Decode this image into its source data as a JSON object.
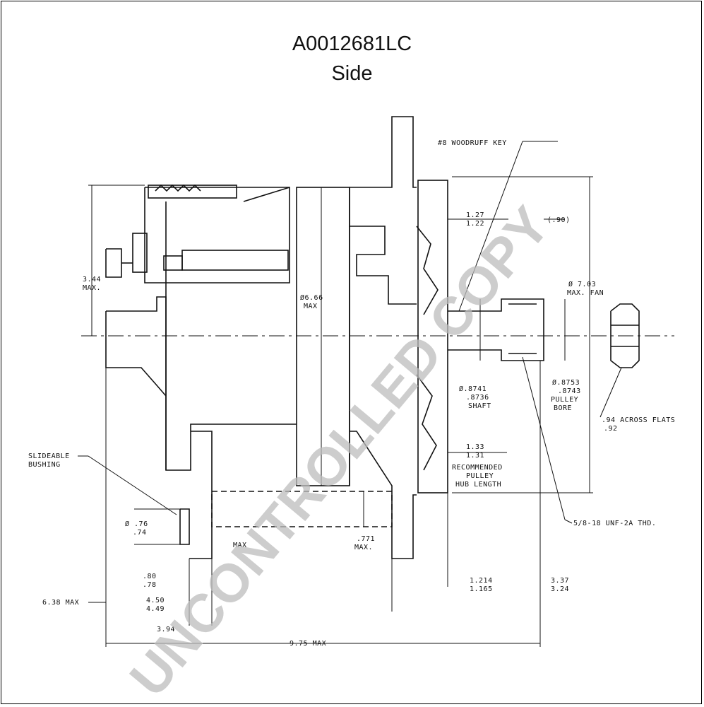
{
  "header": {
    "part_number": "A0012681LC",
    "view": "Side"
  },
  "watermark": "UNCONTROLLED COPY",
  "labels": {
    "woodruff_key": "#8 WOODRUFF KEY",
    "d127": "1.27",
    "d122": "1.22",
    "d090": "(.90)",
    "d344": "3.44",
    "max_a": "MAX.",
    "dia666": "Ø6.66",
    "max_b": "MAX",
    "dia703": "Ø 7.03",
    "max_fan": "MAX. FAN",
    "shaft1": "Ø.8741",
    "shaft2": ".8736",
    "shaft3": "SHAFT",
    "bore1": "Ø.8753",
    "bore2": ".8743",
    "bore3": "PULLEY",
    "bore4": "BORE",
    "flats1": ".94 ACROSS FLATS",
    "flats2": ".92",
    "hub1": "1.33",
    "hub2": "1.31",
    "hub3": "RECOMMENDED",
    "hub4": "PULLEY",
    "hub5": "HUB LENGTH",
    "thread": "5/8-18 UNF-2A THD.",
    "bush1": "SLIDEABLE",
    "bush2": "BUSHING",
    "d076": "Ø .76",
    "d074": ".74",
    "max_c": "MAX",
    "d771": ".771",
    "max_d": "MAX.",
    "d080": ".80",
    "d078": ".78",
    "d450": "4.50",
    "d449": "4.49",
    "d394": "3.94",
    "d638": "6.38 MAX",
    "d1214": "1.214",
    "d1165": "1.165",
    "d337": "3.37",
    "d324": "3.24",
    "d975": "9.75 MAX"
  }
}
